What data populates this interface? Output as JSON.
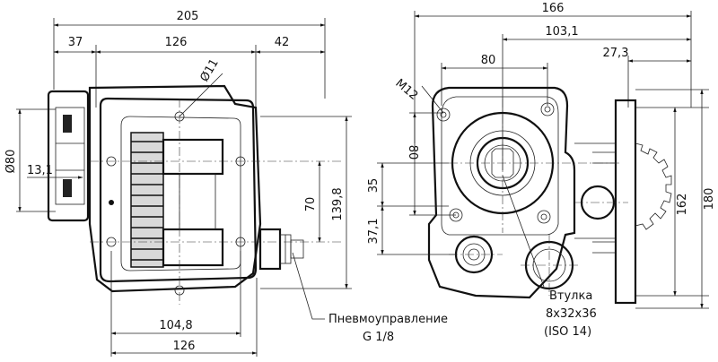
{
  "front_view": {
    "dims": {
      "overall_width": "205",
      "left_offset": "37",
      "center_width": "126",
      "right_offset": "42",
      "hole_diameter": "Ø11",
      "flange_diameter": "Ø80",
      "shaft_offset": "13,1",
      "vertical_70": "70",
      "vertical_139_8": "139,8",
      "bottom_104_8": "104,8",
      "bottom_126": "126"
    },
    "callout": {
      "line1": "Пневмоуправление",
      "line2": "G 1/8"
    }
  },
  "side_view": {
    "dims": {
      "overall_width": "166",
      "width_103_1": "103,1",
      "width_27_3": "27,3",
      "bolt_80_h": "80",
      "bolt_80_v": "80",
      "thread": "M12",
      "v_35": "35",
      "v_37_1": "37,1",
      "v_162": "162",
      "v_180": "180"
    },
    "callout": {
      "line1": "Втулка",
      "line2": "8x32x36",
      "line3": "(ISO 14)"
    }
  }
}
